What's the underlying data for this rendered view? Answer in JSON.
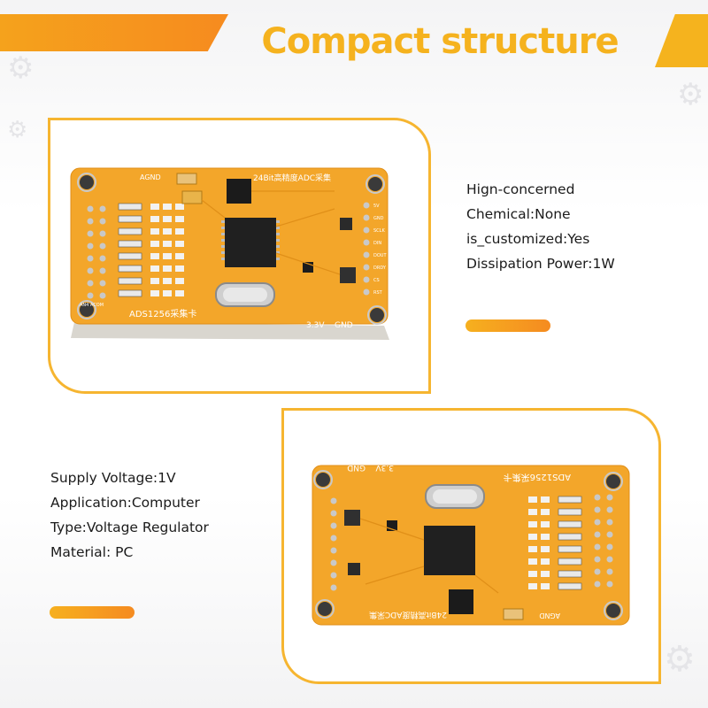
{
  "header": {
    "title": "Compact structure"
  },
  "specs_right": [
    "Hign-concerned",
    "Chemical:None",
    "is_customized:Yes",
    "Dissipation Power:1W"
  ],
  "specs_left": [
    "Supply Voltage:1V",
    "Application:Computer",
    "Type:Voltage Regulator",
    "Material: PC"
  ],
  "board": {
    "silkscreen_title": "24Bit高精度ADC采集",
    "silkscreen_model": "ADS1256采集卡",
    "agnd": "AGND",
    "v33": "3.3V",
    "gnd": "GND",
    "v5": "5V",
    "ain_label": "AN4 ACOM",
    "pins": [
      "5V",
      "GND",
      "SCLK",
      "DIN",
      "DOUT",
      "DRDY",
      "CS",
      "RST"
    ]
  },
  "colors": {
    "accent": "#f5b21e",
    "accent_dark": "#f68b1f",
    "pcb": "#f3a62a"
  }
}
